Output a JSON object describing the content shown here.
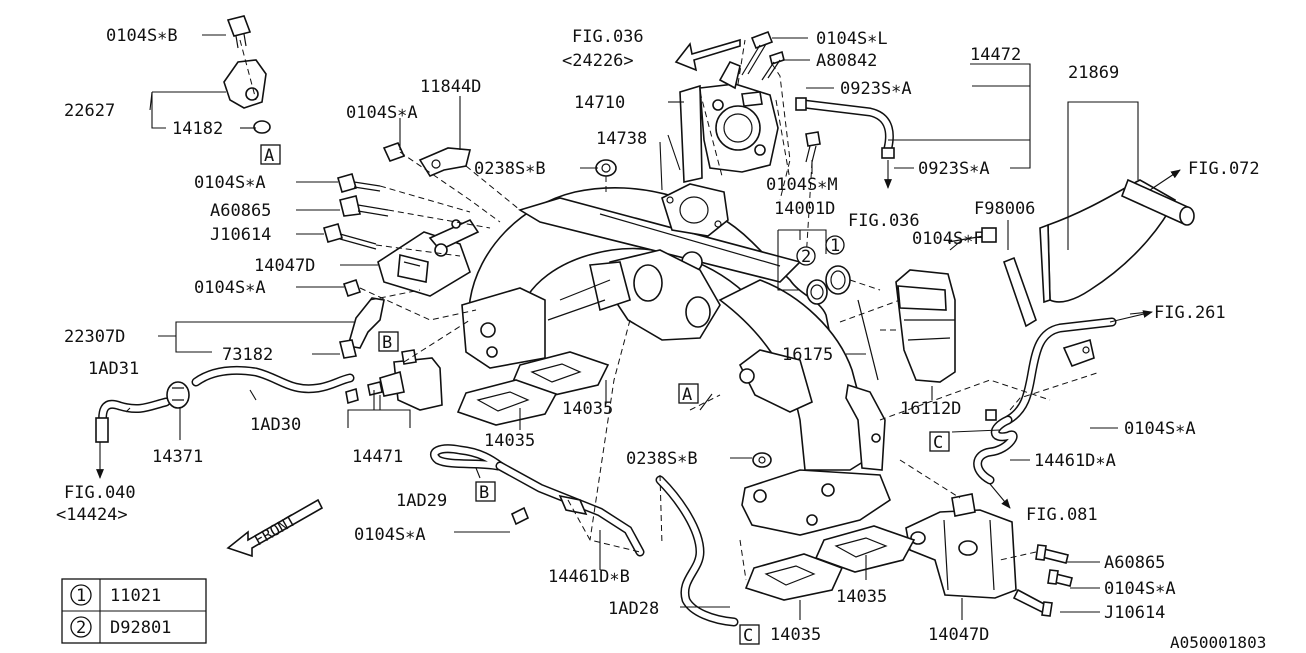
{
  "diagram_id": "A050001803",
  "legend": [
    {
      "num": "1",
      "part": "11021"
    },
    {
      "num": "2",
      "part": "D92801"
    }
  ],
  "parts": {
    "p0104SB": "0104S∗B",
    "p22627": "22627",
    "p14182": "14182",
    "p0104SA_1": "0104S∗A",
    "p11844D": "11844D",
    "p0238SB_1": "0238S∗B",
    "p0104SA_2": "0104S∗A",
    "pA60865_1": "A60865",
    "pJ10614_1": "J10614",
    "p14047D_1": "14047D",
    "p0104SA_3": "0104S∗A",
    "p22307D": "22307D",
    "p73182": "73182",
    "p1AD31": "1AD31",
    "p14371": "14371",
    "p1AD30": "1AD30",
    "p14471": "14471",
    "p14035_1": "14035",
    "p14035_2": "14035",
    "p1AD29": "1AD29",
    "p0104SA_4": "0104S∗A",
    "p14461DB": "14461D∗B",
    "p0238SB_2": "0238S∗B",
    "p1AD28": "1AD28",
    "p14035_3": "14035",
    "p14035_4": "14035",
    "pA60865_2": "A60865",
    "p0104SA_5": "0104S∗A",
    "pJ10614_2": "J10614",
    "p14047D_2": "14047D",
    "p14710": "14710",
    "p14738": "14738",
    "p0104SL": "0104S∗L",
    "pA80842": "A80842",
    "p0923SA_1": "0923S∗A",
    "p0923SA_2": "0923S∗A",
    "p14472": "14472",
    "p0104SM": "0104S∗M",
    "p14001D": "14001D",
    "p21869": "21869",
    "pF98006": "F98006",
    "p0104SF": "0104S∗F",
    "p16175": "16175",
    "p16112D": "16112D",
    "p0104SA_6": "0104S∗A",
    "p14461DA": "14461D∗A"
  },
  "figs": {
    "fig036a": "FIG.036",
    "fig036a_sub": "<24226>",
    "fig036b": "FIG.036",
    "fig072": "FIG.072",
    "fig261": "FIG.261",
    "fig081": "FIG.081",
    "fig040": "FIG.040",
    "fig040_sub": "<14424>"
  },
  "refs": {
    "A": "A",
    "B": "B",
    "C": "C",
    "one": "1",
    "two": "2"
  },
  "front_label": "FRONT"
}
